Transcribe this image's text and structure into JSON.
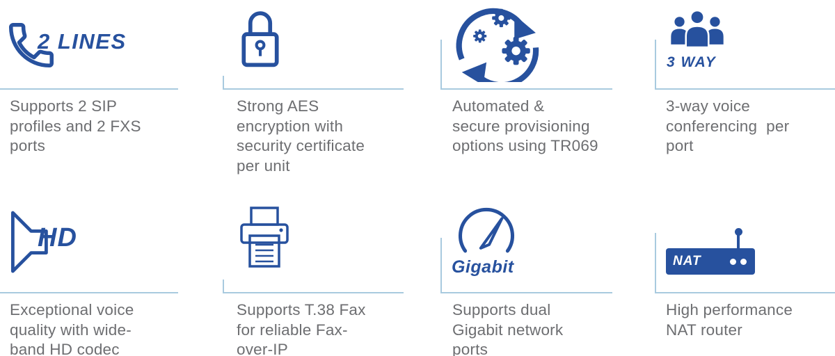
{
  "colors": {
    "accent": "#27519E",
    "text": "#6D6E71",
    "divider": "#A8CADF"
  },
  "features": [
    {
      "icon": "phone-handset-icon",
      "badge": "2 LINES",
      "description": "Supports 2 SIP\nprofiles and 2 FXS\nports"
    },
    {
      "icon": "padlock-icon",
      "badge": "",
      "description": "Strong AES\nencryption with\nsecurity certificate\nper unit"
    },
    {
      "icon": "gears-sync-icon",
      "badge": "",
      "description": "Automated &\nsecure provisioning\noptions using TR069"
    },
    {
      "icon": "people-group-icon",
      "badge": "3 WAY",
      "description": "3-way voice\nconferencing  per\nport"
    },
    {
      "icon": "speaker-icon",
      "badge": "HD",
      "description": "Exceptional voice\nquality with wide-\nband HD codec"
    },
    {
      "icon": "fax-machine-icon",
      "badge": "",
      "description": "Supports T.38 Fax\nfor reliable Fax-\nover-IP"
    },
    {
      "icon": "speedometer-icon",
      "badge": "Gigabit",
      "description": "Supports dual\nGigabit network\nports"
    },
    {
      "icon": "router-icon",
      "badge": "NAT",
      "description": "High performance\nNAT router"
    }
  ]
}
